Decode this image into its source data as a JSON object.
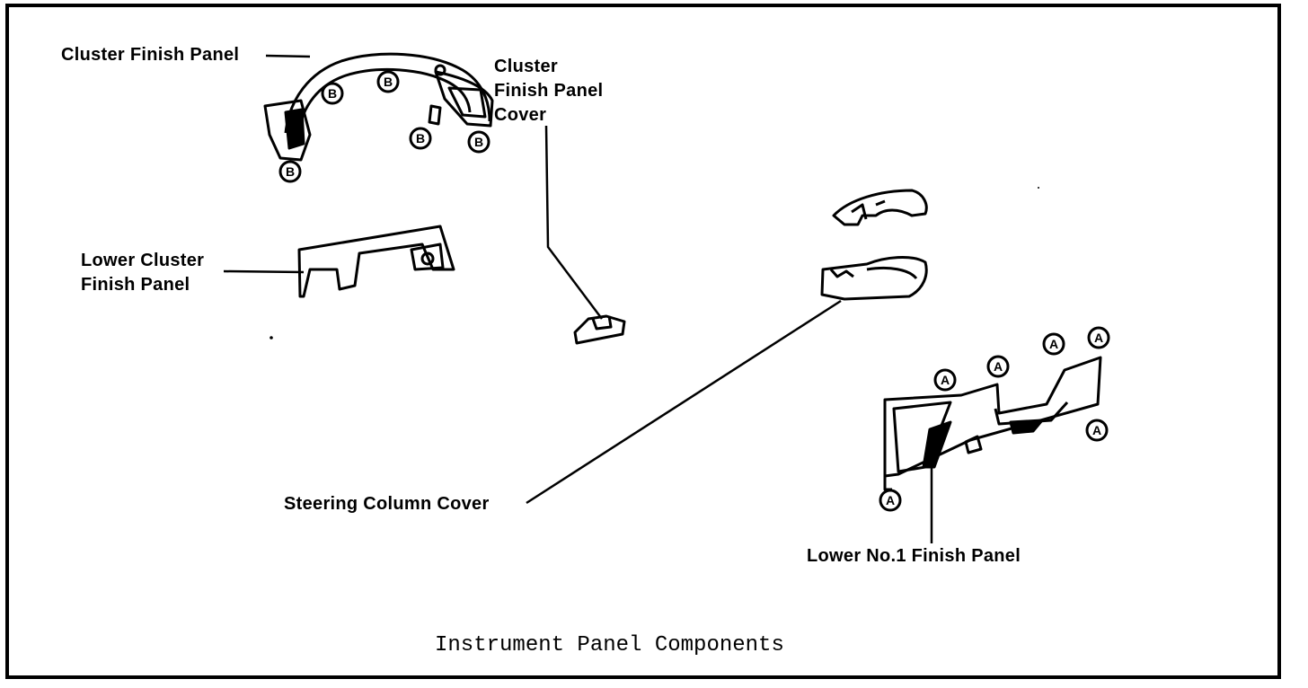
{
  "labels": {
    "cluster_finish_panel": "Cluster Finish Panel",
    "cluster_finish_panel_cover": [
      "Cluster",
      "Finish Panel",
      "Cover"
    ],
    "lower_cluster_finish_panel": [
      "Lower Cluster",
      "Finish Panel"
    ],
    "steering_column_cover": "Steering Column Cover",
    "lower_no1_finish_panel": "Lower No.1 Finish Panel"
  },
  "fastener_marks": {
    "b": "B",
    "a": "A"
  },
  "caption": "Instrument Panel Components",
  "colors": {
    "ink": "#000000",
    "paper": "#ffffff"
  }
}
